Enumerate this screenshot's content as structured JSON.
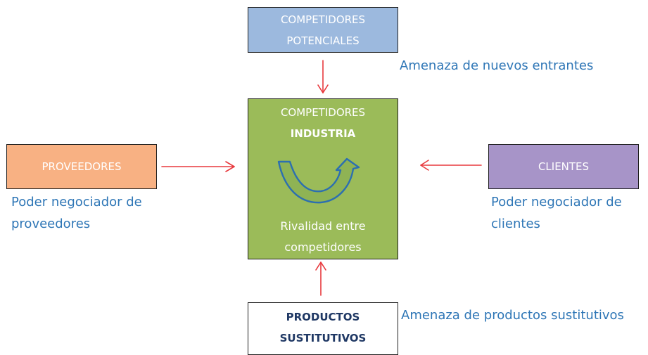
{
  "boxes": {
    "potenciales": {
      "line1": "COMPETIDORES",
      "line2": "POTENCIALES"
    },
    "industria": {
      "line1": "COMPETIDORES",
      "line2": "INDUSTRIA",
      "rival1": "Rivalidad entre",
      "rival2": "competidores"
    },
    "proveedores": {
      "label": "PROVEEDORES"
    },
    "clientes": {
      "label": "CLIENTES"
    },
    "sustitutos": {
      "line1": "PRODUCTOS",
      "line2": "SUSTITUTIVOS"
    }
  },
  "captions": {
    "nuevos_entrantes": "Amenaza de nuevos entrantes",
    "proveedores_line1": "Poder negociador de",
    "proveedores_line2": "proveedores",
    "clientes_line1": "Poder negociador de",
    "clientes_line2": "clientes",
    "sustitutos": "Amenaza de productos sustitutivos"
  },
  "colors": {
    "potenciales": "#9cb9de",
    "industria": "#9bbb59",
    "proveedores": "#f8b183",
    "clientes": "#a794c8",
    "arrows": "#e8393d",
    "captions": "#2e76b6",
    "u_turn_arrow": "#2c6fb0"
  },
  "icons": {
    "central": "u-turn-arrow-icon"
  }
}
